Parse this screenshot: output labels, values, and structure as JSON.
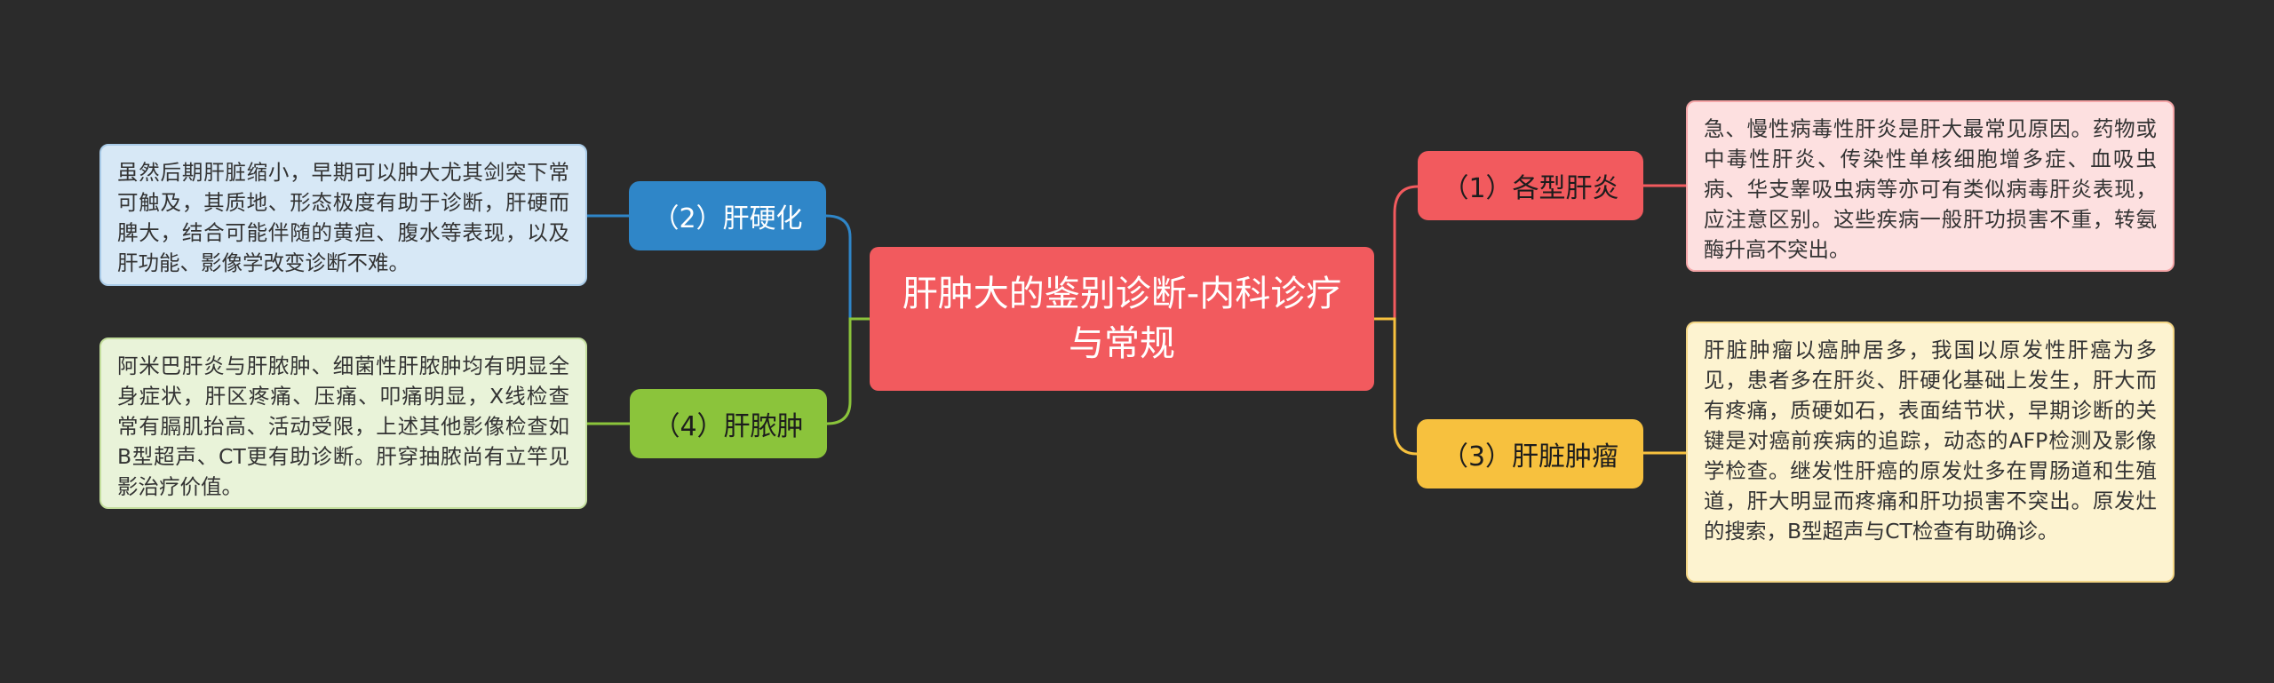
{
  "colors": {
    "background": "#2b2b2b",
    "center": "#f25a5e",
    "branch_1": "#f25a5e",
    "branch_2": "#2f86c8",
    "branch_3": "#f7c13e",
    "branch_4": "#8bc43b"
  },
  "center": {
    "title": "肝肿大的鉴别诊断-内科诊疗与常规"
  },
  "branches": [
    {
      "label": "（1）各型肝炎",
      "detail": "急、慢性病毒性肝炎是肝大最常见原因。药物或中毒性肝炎、传染性单核细胞增多症、血吸虫病、华支睾吸虫病等亦可有类似病毒肝炎表现，应注意区别。这些疾病一般肝功损害不重，转氨酶升高不突出。"
    },
    {
      "label": "（2）肝硬化",
      "detail": "虽然后期肝脏缩小，早期可以肿大尤其剑突下常可触及，其质地、形态极度有助于诊断，肝硬而脾大，结合可能伴随的黄疸、腹水等表现，以及肝功能、影像学改变诊断不难。"
    },
    {
      "label": "（3）肝脏肿瘤",
      "detail": "肝脏肿瘤以癌肿居多，我国以原发性肝癌为多见，患者多在肝炎、肝硬化基础上发生，肝大而有疼痛，质硬如石，表面结节状，早期诊断的关键是对癌前疾病的追踪，动态的AFP检测及影像学检查。继发性肝癌的原发灶多在胃肠道和生殖道，肝大明显而疼痛和肝功损害不突出。原发灶的搜索，B型超声与CT检查有助确诊。"
    },
    {
      "label": "（4）肝脓肿",
      "detail": "阿米巴肝炎与肝脓肿、细菌性肝脓肿均有明显全身症状，肝区疼痛、压痛、叩痛明显，X线检查常有膈肌抬高、活动受限，上述其他影像检查如B型超声、CT更有助诊断。肝穿抽脓尚有立竿见影治疗价值。"
    }
  ]
}
